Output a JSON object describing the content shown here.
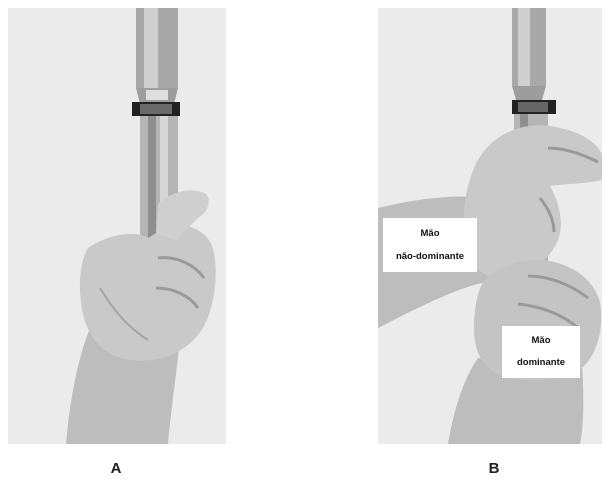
{
  "panels": [
    {
      "letter": "A"
    },
    {
      "letter": "B"
    }
  ],
  "labels": {
    "nondominant": {
      "line1": "Mão",
      "line2": "não-dominante"
    },
    "dominant": {
      "line1": "Mão",
      "line2": "dominante"
    }
  },
  "colors": {
    "panel_background": "#ebebeb",
    "skin": "#c9c9c9",
    "shaft": "#b5b5b5",
    "collar": "#222222"
  }
}
